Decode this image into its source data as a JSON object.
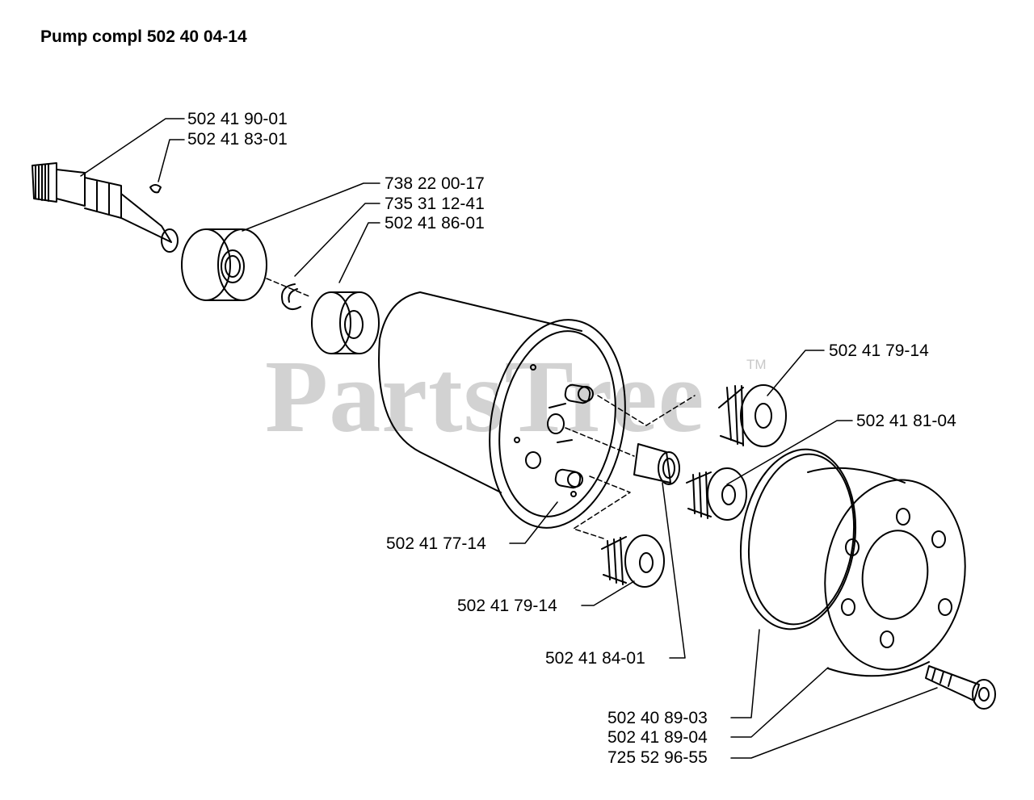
{
  "title": "Pump compl 502 40 04-14",
  "watermark": {
    "text": "PartsTree",
    "tm": "TM"
  },
  "parts": [
    {
      "id": "shaft",
      "pn": "502 41 90-01"
    },
    {
      "id": "key",
      "pn": "502 41 83-01"
    },
    {
      "id": "bearing-large",
      "pn": "738 22 00-17"
    },
    {
      "id": "circlip",
      "pn": "735 31 12-41"
    },
    {
      "id": "bearing-small",
      "pn": "502 41 86-01"
    },
    {
      "id": "gear-upper",
      "pn": "502 41 79-14"
    },
    {
      "id": "gear-middle",
      "pn": "502 41 81-04"
    },
    {
      "id": "pump-housing",
      "pn": "502 41 77-14"
    },
    {
      "id": "gear-lower",
      "pn": "502 41 79-14"
    },
    {
      "id": "sleeve",
      "pn": "502 41 84-01"
    },
    {
      "id": "o-ring",
      "pn": "502 40 89-03"
    },
    {
      "id": "cover",
      "pn": "502 41 89-04"
    },
    {
      "id": "screw",
      "pn": "725 52 96-55"
    }
  ],
  "colors": {
    "line": "#000000",
    "watermark": "#d2d2d2",
    "background": "#ffffff"
  }
}
